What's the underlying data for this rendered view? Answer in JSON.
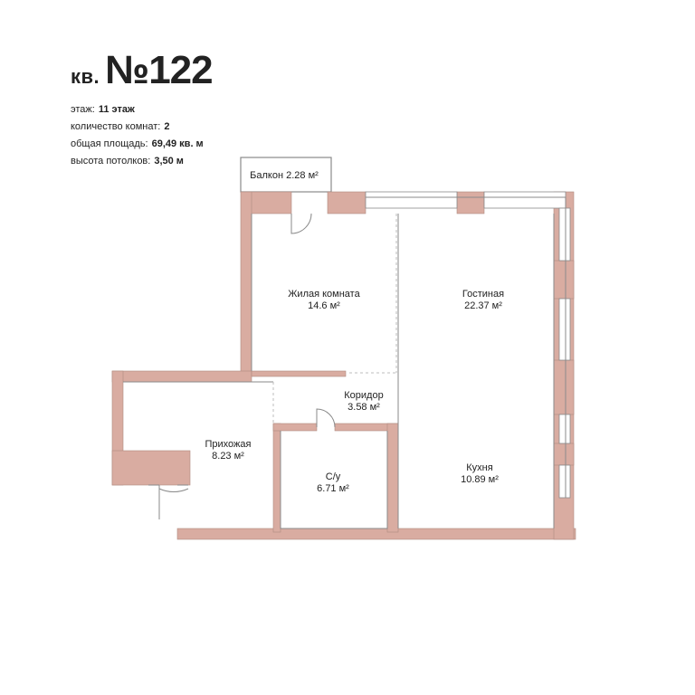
{
  "apartment": {
    "prefix": "кв.",
    "number": "№122"
  },
  "info": [
    {
      "label": "этаж:",
      "value": "11 этаж"
    },
    {
      "label": "количество комнат:",
      "value": "2"
    },
    {
      "label": "общая площадь:",
      "value": "69,49 кв. м"
    },
    {
      "label": "высота потолков:",
      "value": "3,50 м"
    }
  ],
  "rooms": {
    "balcony": {
      "name": "Балкон",
      "area": "2.28 м²"
    },
    "living_room": {
      "name": "Жилая комната",
      "area": "14.6 м²"
    },
    "guest_room": {
      "name": "Гостиная",
      "area": "22.37 м²"
    },
    "corridor": {
      "name": "Коридор",
      "area": "3.58 м²"
    },
    "hallway": {
      "name": "Прихожая",
      "area": "8.23 м²"
    },
    "bathroom": {
      "name": "С/у",
      "area": "6.71 м²"
    },
    "kitchen": {
      "name": "Кухня",
      "area": "10.89 м²"
    }
  },
  "colors": {
    "wall": "#d9aca1",
    "outline": "#8a8a8a",
    "partition": "#bdbdbd"
  }
}
